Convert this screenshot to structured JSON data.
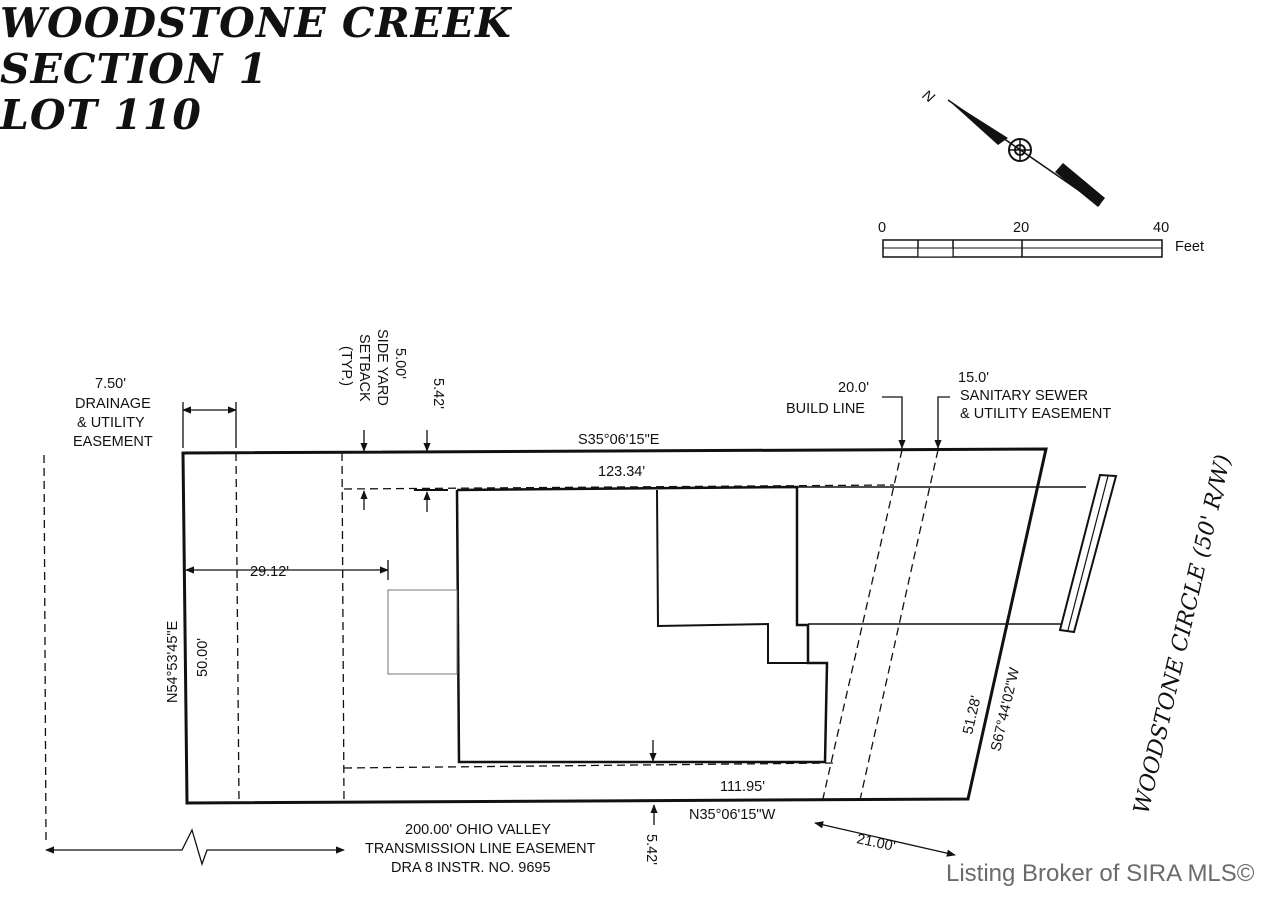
{
  "header": {
    "line1": "WOODSTONE CREEK",
    "line2": "SECTION 1",
    "line3": "LOT 110"
  },
  "north_label": "N",
  "scale": {
    "tick_0": "0",
    "tick_20": "20",
    "tick_40": "40",
    "units": "Feet"
  },
  "labels": {
    "drainage_dim": "7.50'",
    "drainage_1": "DRAINAGE",
    "drainage_2": "& UTILITY",
    "drainage_3": "EASEMENT",
    "side_yard_1": "5.00'",
    "side_yard_2": "SIDE YARD",
    "side_yard_3": "SETBACK",
    "side_yard_4": "(TYP.)",
    "offset_top": "5.42'",
    "build_line_dim": "20.0'",
    "build_line": "BUILD LINE",
    "sewer_dim": "15.0'",
    "sewer_1": "SANITARY SEWER",
    "sewer_2": "& UTILITY EASEMENT",
    "north_bearing": "S35°06'15\"E",
    "north_length": "123.34'",
    "rear_setback": "29.12'",
    "west_bearing": "N54°53'45\"E",
    "west_length": "50.00'",
    "south_length": "111.95'",
    "south_bearing": "N35°06'15\"W",
    "east_length": "51.28'",
    "east_bearing": "S67°44'02\"W",
    "front_dim": "21.00'",
    "offset_bottom": "5.42'",
    "road": "WOODSTONE CIRCLE (50' R/W)",
    "transmission_1": "200.00' OHIO VALLEY",
    "transmission_2": "TRANSMISSION LINE EASEMENT",
    "transmission_3": "DRA 8 INSTR. NO. 9695"
  },
  "credit": "Listing Broker of SIRA MLS©"
}
